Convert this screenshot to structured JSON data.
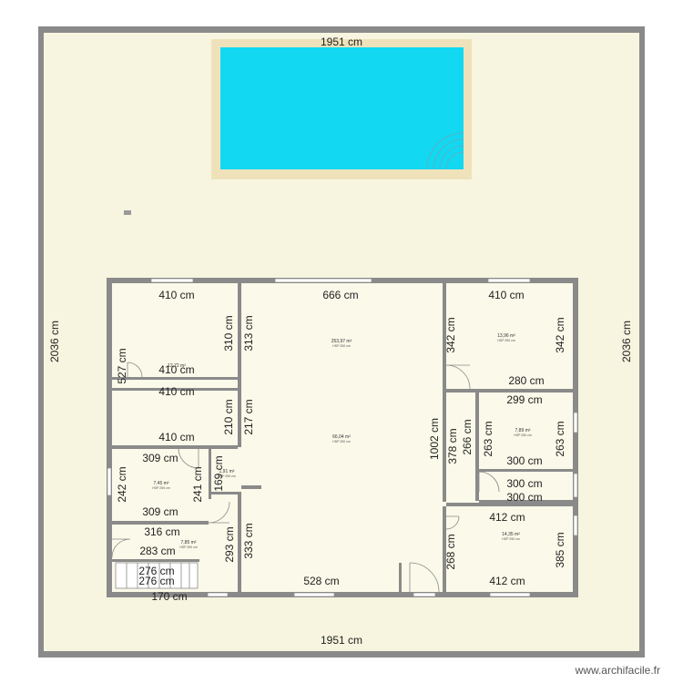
{
  "plot": {
    "dim_top": "1951 cm",
    "dim_bottom": "1951 cm",
    "dim_left": "2036 cm",
    "dim_right": "2036 cm"
  },
  "colors": {
    "ground": "#f7f5df",
    "walls": "#808080",
    "pool_water": "#12d8f2",
    "pool_deck": "#efe2bb",
    "window": "#ffffff"
  },
  "rooms": {
    "bedroom_nw": {
      "dims": [
        "410 cm",
        "410 cm",
        "310 cm",
        "313 cm",
        "527 cm"
      ],
      "area": "12,72 m²",
      "hsp": "HSP 250 cm"
    },
    "room_w2": {
      "dims": [
        "410 cm",
        "410 cm",
        "210 cm",
        "217 cm"
      ]
    },
    "living": {
      "dims": [
        "666 cm",
        "528 cm",
        "1002 cm",
        "333 cm"
      ],
      "area": "66,04 m²",
      "hsp": "HSP 250 cm"
    },
    "bedroom_ne": {
      "dims": [
        "410 cm",
        "342 cm",
        "342 cm",
        "280 cm"
      ],
      "area": "13,96 m²",
      "hsp": "HSP 250 cm"
    },
    "room_e2": {
      "dims": [
        "299 cm",
        "300 cm",
        "263 cm",
        "263 cm",
        "266 cm",
        "378 cm"
      ],
      "area": "7,89 m²",
      "hsp": "HSP 250 cm"
    },
    "closet_e": {
      "dims": [
        "300 cm",
        "300 cm"
      ]
    },
    "bedroom_se": {
      "dims": [
        "412 cm",
        "412 cm",
        "268 cm",
        "385 cm"
      ],
      "area": "14,35 m²",
      "hsp": "HSP 250 cm"
    },
    "bathroom_w": {
      "dims": [
        "309 cm",
        "309 cm",
        "242 cm",
        "241 cm"
      ],
      "area": "7,45 m²",
      "hsp": "HSP 250 cm"
    },
    "wc": {
      "dims": [
        "169 cm"
      ],
      "area": "1,91 m²",
      "hsp": "HSP 250 cm"
    },
    "room_sw": {
      "dims": [
        "316 cm",
        "283 cm",
        "276 cm",
        "276 cm",
        "170 cm",
        "293 cm"
      ],
      "area": "7,85 m²",
      "hsp": "HSP 250 cm"
    },
    "total": {
      "area": "253,97 m²",
      "hsp": "HSP 250 cm"
    }
  },
  "watermark": "www.archifacile.fr"
}
